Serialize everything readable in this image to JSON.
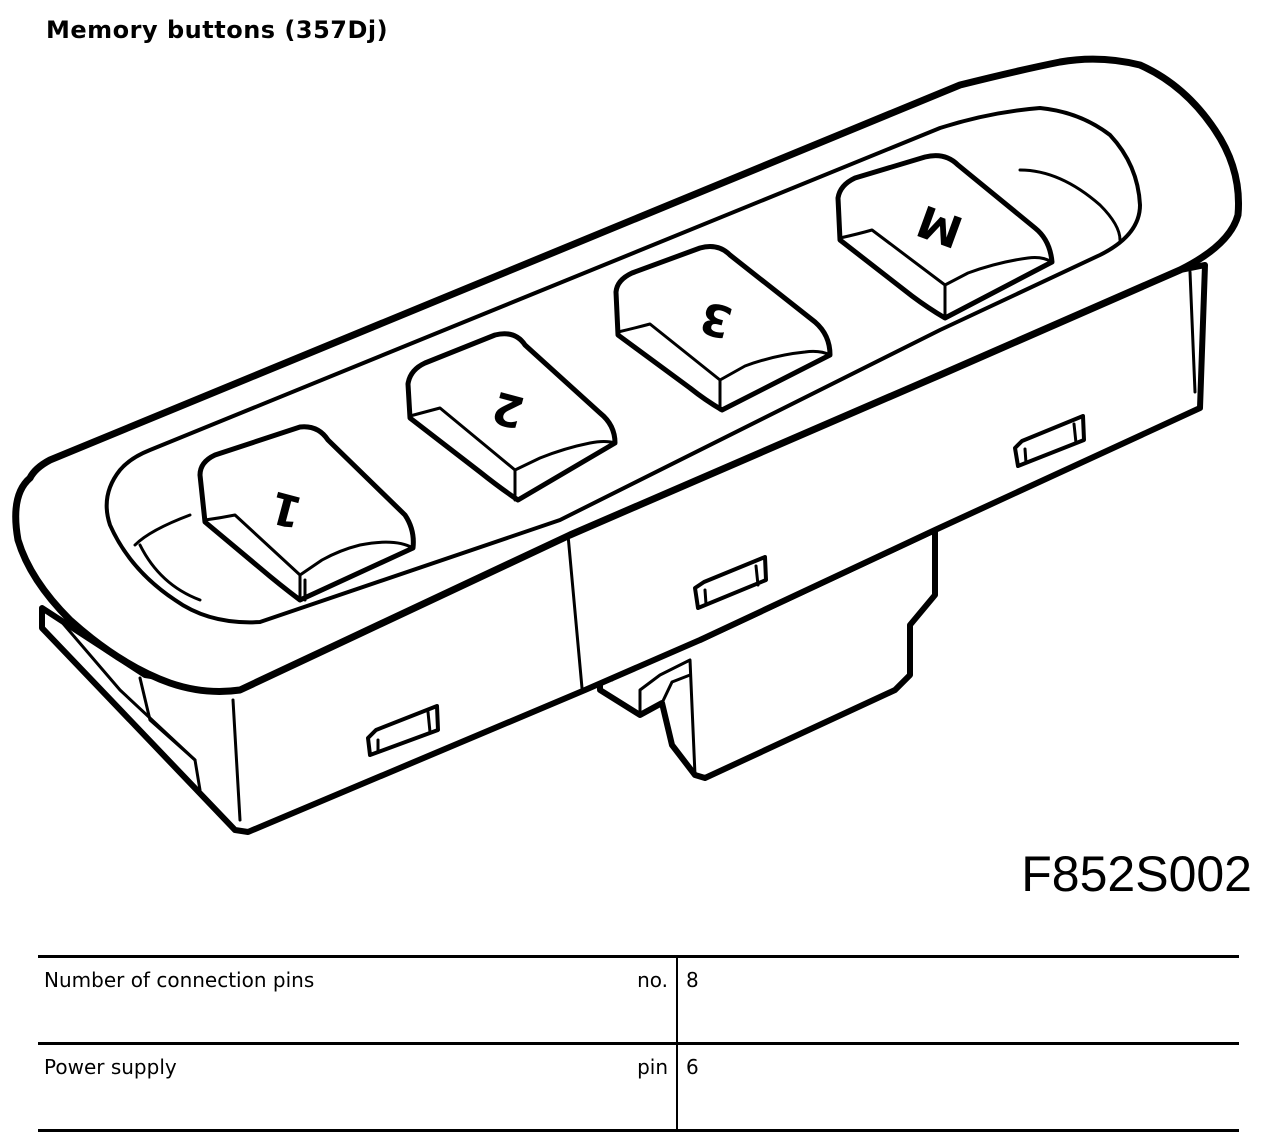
{
  "title": "Memory buttons (357Dj)",
  "figure_code": "F852S002",
  "buttons": [
    {
      "label": "1"
    },
    {
      "label": "2"
    },
    {
      "label": "3"
    },
    {
      "label": "M"
    }
  ],
  "specs": [
    {
      "label": "Number of connection pins",
      "unit": "no.",
      "value": "8"
    },
    {
      "label": "Power supply",
      "unit": "pin",
      "value": "6"
    }
  ]
}
